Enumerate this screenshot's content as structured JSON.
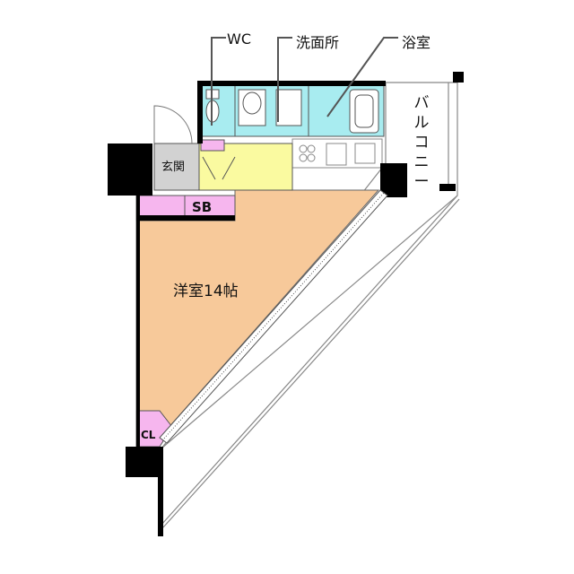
{
  "labels": {
    "main_room": "洋室14帖",
    "entrance": "玄関",
    "storage": "SB",
    "closet": "CL",
    "wc": "WC",
    "washroom": "洗面所",
    "bathroom": "浴室",
    "balcony": "バルコニー"
  },
  "colors": {
    "floor": "#f7c99a",
    "wet_area": "#a8ecf0",
    "kitchen_toilet": "#fafaa0",
    "storage": "#f6b6ee",
    "entrance": "#d2d2d2",
    "wall": "#000000",
    "outline": "#777777"
  }
}
